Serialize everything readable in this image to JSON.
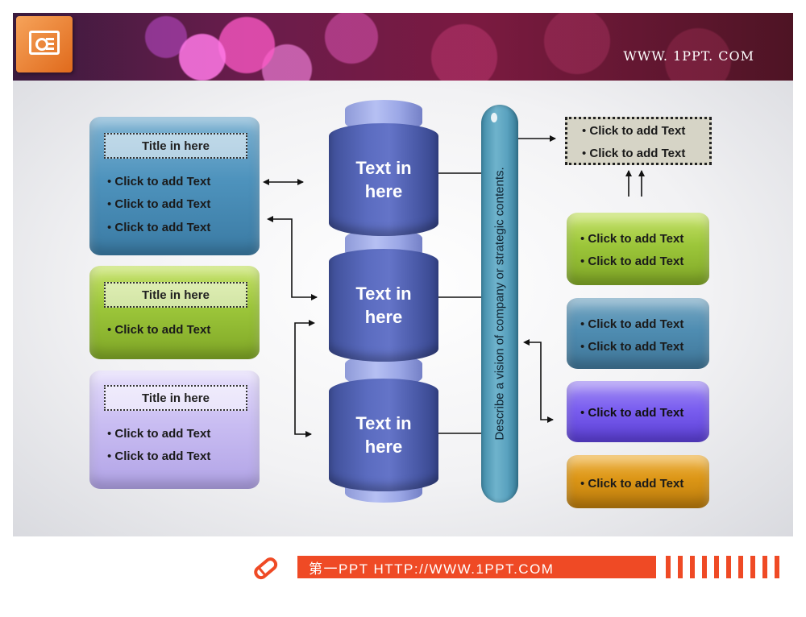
{
  "header": {
    "url": "WWW. 1PPT. COM"
  },
  "left_blocks": [
    {
      "title": "Title in here",
      "items": [
        "Click to add Text",
        "Click to add Text",
        "Click to add Text"
      ]
    },
    {
      "title": "Title in here",
      "items": [
        "Click to add Text"
      ]
    },
    {
      "title": "Title in here",
      "items": [
        "Click to add Text",
        "Click to add Text"
      ]
    }
  ],
  "center_stack": [
    {
      "text": "Text in here"
    },
    {
      "text": "Text in here"
    },
    {
      "text": "Text in here"
    }
  ],
  "vision_pill": {
    "text": "Describe a vision of company or strategic contents."
  },
  "top_right_box": {
    "items": [
      "Click to add Text",
      "Click to add Text"
    ]
  },
  "right_blocks": [
    {
      "items": [
        "Click to add Text",
        "Click to add Text"
      ]
    },
    {
      "items": [
        "Click to add Text",
        "Click to add Text"
      ]
    },
    {
      "items": [
        "Click to add Text"
      ]
    },
    {
      "items": [
        "Click to add Text"
      ]
    }
  ],
  "footer": {
    "text": "第一PPT HTTP://WWW.1PPT.COM"
  },
  "colors": {
    "footer_accent": "#ef4a25",
    "stack_blue": "#5b6cc0",
    "block_blue": "#4e93bd",
    "block_green": "#9cc63a",
    "block_lavender": "#c9bdf2",
    "block_purple": "#7b5ff0",
    "block_orange": "#dc9616"
  }
}
